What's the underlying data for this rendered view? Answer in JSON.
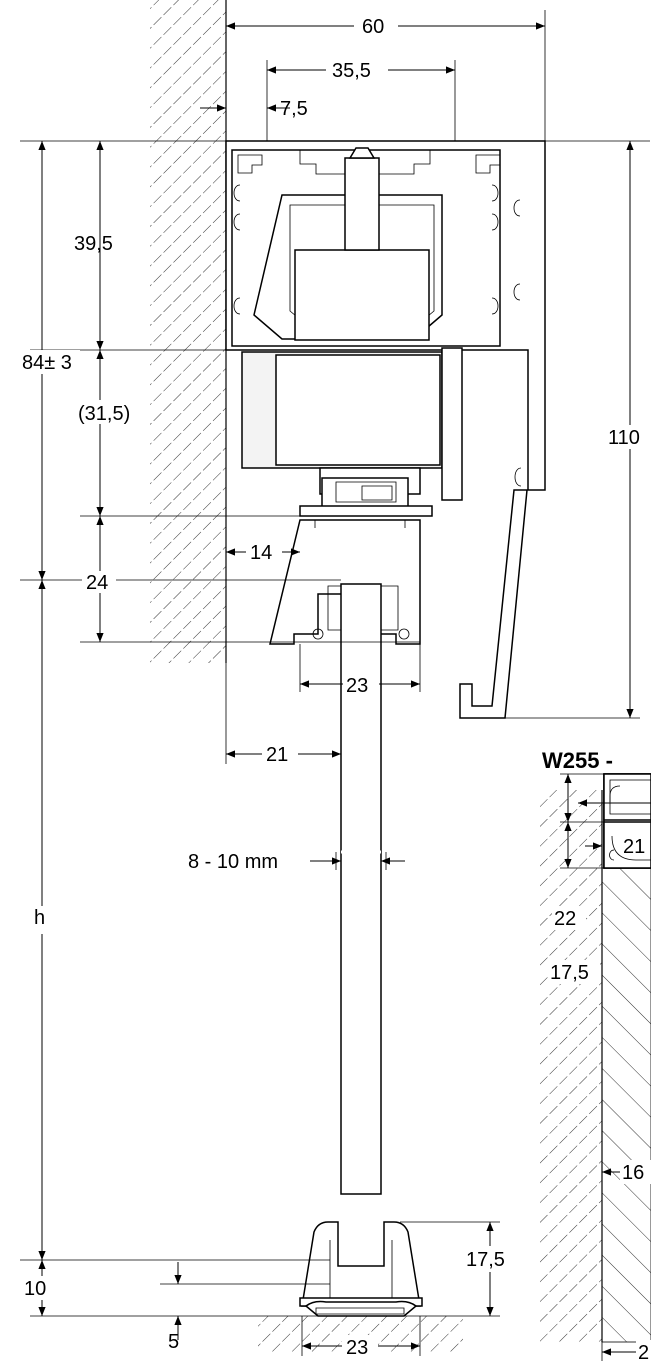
{
  "drawing": {
    "dimensions": {
      "top_width": "60",
      "inner_width": "35,5",
      "offset_left": "7,5",
      "upper_height": "39,5",
      "total_height": "84± 3",
      "middle_height": "(31,5)",
      "right_height": "110",
      "wall_offset_14": "14",
      "lower_height": "24",
      "bottom_guide_width": "23",
      "wall_offset_21": "21",
      "height_var": "h",
      "glass_thickness": "8 - 10 mm",
      "floor_guide_height": "17,5",
      "floor_depth_10": "10",
      "floor_depth_5": "5",
      "floor_guide_width": "23"
    },
    "section_title": "W255 -",
    "detail": {
      "offset_21": "21",
      "height_22": "22",
      "height_17_5": "17,5",
      "offset_16": "16",
      "bottom_2": "2"
    }
  }
}
